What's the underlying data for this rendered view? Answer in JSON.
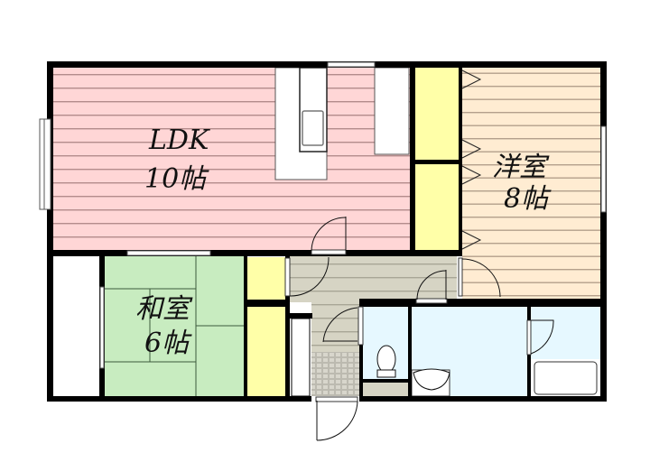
{
  "plan": {
    "type": "apartment-floor-plan",
    "colors": {
      "wall": "#000000",
      "ldk_floor": "#ffd6d6",
      "ldk_floor_line": "#b48c8c",
      "western_floor": "#ffecd2",
      "western_floor_line": "#b4a08c",
      "japanese_tatami": "#c8ecc0",
      "tatami_line": "#3c5a3c",
      "closet": "#ffffa8",
      "hallway": "#d6d4c4",
      "hallway_line": "#a8a696",
      "wet_area": "#e6f8ff",
      "genkan_tile": "#bcbab0",
      "fixture": "#ffffff"
    },
    "rooms": [
      {
        "id": "ldk",
        "name": "LDK",
        "size": "10帖"
      },
      {
        "id": "western",
        "name": "洋室",
        "size": "8帖"
      },
      {
        "id": "japanese",
        "name": "和室",
        "size": "6帖"
      },
      {
        "id": "hallway",
        "name": "",
        "size": ""
      },
      {
        "id": "toilet",
        "name": "",
        "size": ""
      },
      {
        "id": "washroom",
        "name": "",
        "size": ""
      },
      {
        "id": "bathroom",
        "name": "",
        "size": ""
      },
      {
        "id": "genkan",
        "name": "",
        "size": ""
      },
      {
        "id": "balcony-storage",
        "name": "",
        "size": ""
      }
    ]
  }
}
